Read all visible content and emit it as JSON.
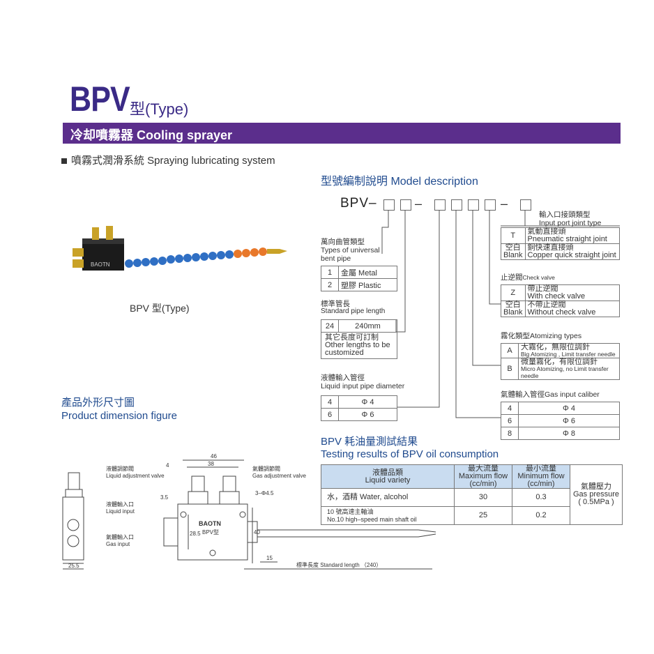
{
  "title": {
    "main": "BPV",
    "type": "型(Type)"
  },
  "banner": "冷却噴霧器 Cooling sprayer",
  "system_line": "噴霧式潤滑系統  Spraying lubricating system",
  "photo_caption": "BPV 型(Type)",
  "model_description": {
    "heading": "型號編制說明 Model description",
    "code_prefix": "BPV–",
    "input_port": {
      "cn": "輸入口接頭類型",
      "en": "Input port joint type",
      "rows": [
        {
          "code": "T",
          "cn": "氣動直接頭",
          "en": "Pneumatic straight joint"
        },
        {
          "code_cn": "空白",
          "code_en": "Blank",
          "cn": "銅快速直接頭",
          "en": "Copper quick straight joint"
        }
      ]
    },
    "check_valve": {
      "cn": "止逆閥",
      "en": "Check valve",
      "rows": [
        {
          "code": "Z",
          "cn": "帶止逆閥",
          "en": "With check valve"
        },
        {
          "code_cn": "空白",
          "code_en": "Blank",
          "cn": "不帶止逆閥",
          "en": "Without check valve"
        }
      ]
    },
    "atomizing": {
      "cn": "霧化類型",
      "en": "Atomizing types",
      "rows": [
        {
          "code": "A",
          "cn": "大霧化，無限位調針",
          "en": "Big Atomizing , Limit transfer needle"
        },
        {
          "code": "B",
          "cn": "微量霧化，有限位調針",
          "en": "Micro Atomizing, no Limit transfer needle"
        }
      ]
    },
    "gas_input": {
      "cn": "氣體輸入管徑",
      "en": "Gas input caliber",
      "rows": [
        {
          "code": "4",
          "val": "Φ 4"
        },
        {
          "code": "6",
          "val": "Φ 6"
        },
        {
          "code": "8",
          "val": "Φ 8"
        }
      ]
    },
    "bent_pipe": {
      "cn": "萬向曲管類型",
      "en1": "Types of universal",
      "en2": "bent pipe",
      "rows": [
        {
          "code": "1",
          "val": "金屬 Metal"
        },
        {
          "code": "2",
          "val": "塑膠 Plastic"
        }
      ]
    },
    "pipe_length": {
      "cn": "標準管長",
      "en": "Standard pipe length",
      "code": "24",
      "val": "240mm",
      "note_cn": "其它長度可訂制",
      "note_en1": "Other lengths to be",
      "note_en2": "customized"
    },
    "liquid_input": {
      "cn": "液體輸入管徑",
      "en": "Liquid input pipe diameter",
      "rows": [
        {
          "code": "4",
          "val": "Φ 4"
        },
        {
          "code": "6",
          "val": "Φ 6"
        }
      ]
    }
  },
  "dimension": {
    "heading_cn": "產品外形尺寸圖",
    "heading_en": "Product dimension figure",
    "labels": {
      "liquid_valve_cn": "液體調節閥",
      "liquid_valve_en": "Liquid adjustment valve",
      "gas_valve_cn": "氣體調節閥",
      "gas_valve_en": "Gas adjustment valve",
      "liquid_input_cn": "液體輸入口",
      "liquid_input_en": "Liquid input",
      "gas_input_cn": "氣體輸入口",
      "gas_input_en": "Gas input",
      "std_length": "標準長度 Standard length （240）",
      "brand": "BAOTN",
      "body_type": "BPV型"
    },
    "dims": {
      "d46": "46",
      "d38": "38",
      "d4": "4",
      "d35": "3.5",
      "d3phi": "3–Φ4.5",
      "d285": "28.5",
      "d40": "40",
      "d15": "15",
      "d255": "25.5"
    }
  },
  "oil": {
    "title_cn": "BPV 耗油量測試結果",
    "title_en": "Testing results of BPV oil consumption",
    "headers": {
      "variety_cn": "液體品類",
      "variety_en": "Liquid variety",
      "max_cn": "最大流量",
      "max_en1": "Maximum flow",
      "max_en2": "(cc/min)",
      "min_cn": "最小流量",
      "min_en1": "Minimum flow",
      "min_en2": "(cc/min)",
      "gas_cn": "氣體壓力",
      "gas_en": "Gas pressure",
      "gas_val": "( 0.5MPa )"
    },
    "rows": [
      {
        "variety": "水，酒精 Water, alcohol",
        "max": "30",
        "min": "0.3"
      },
      {
        "variety_cn": "10 號高速主軸油",
        "variety_en": "No.10 high–speed main shaft oil",
        "max": "25",
        "min": "0.2"
      }
    ]
  }
}
